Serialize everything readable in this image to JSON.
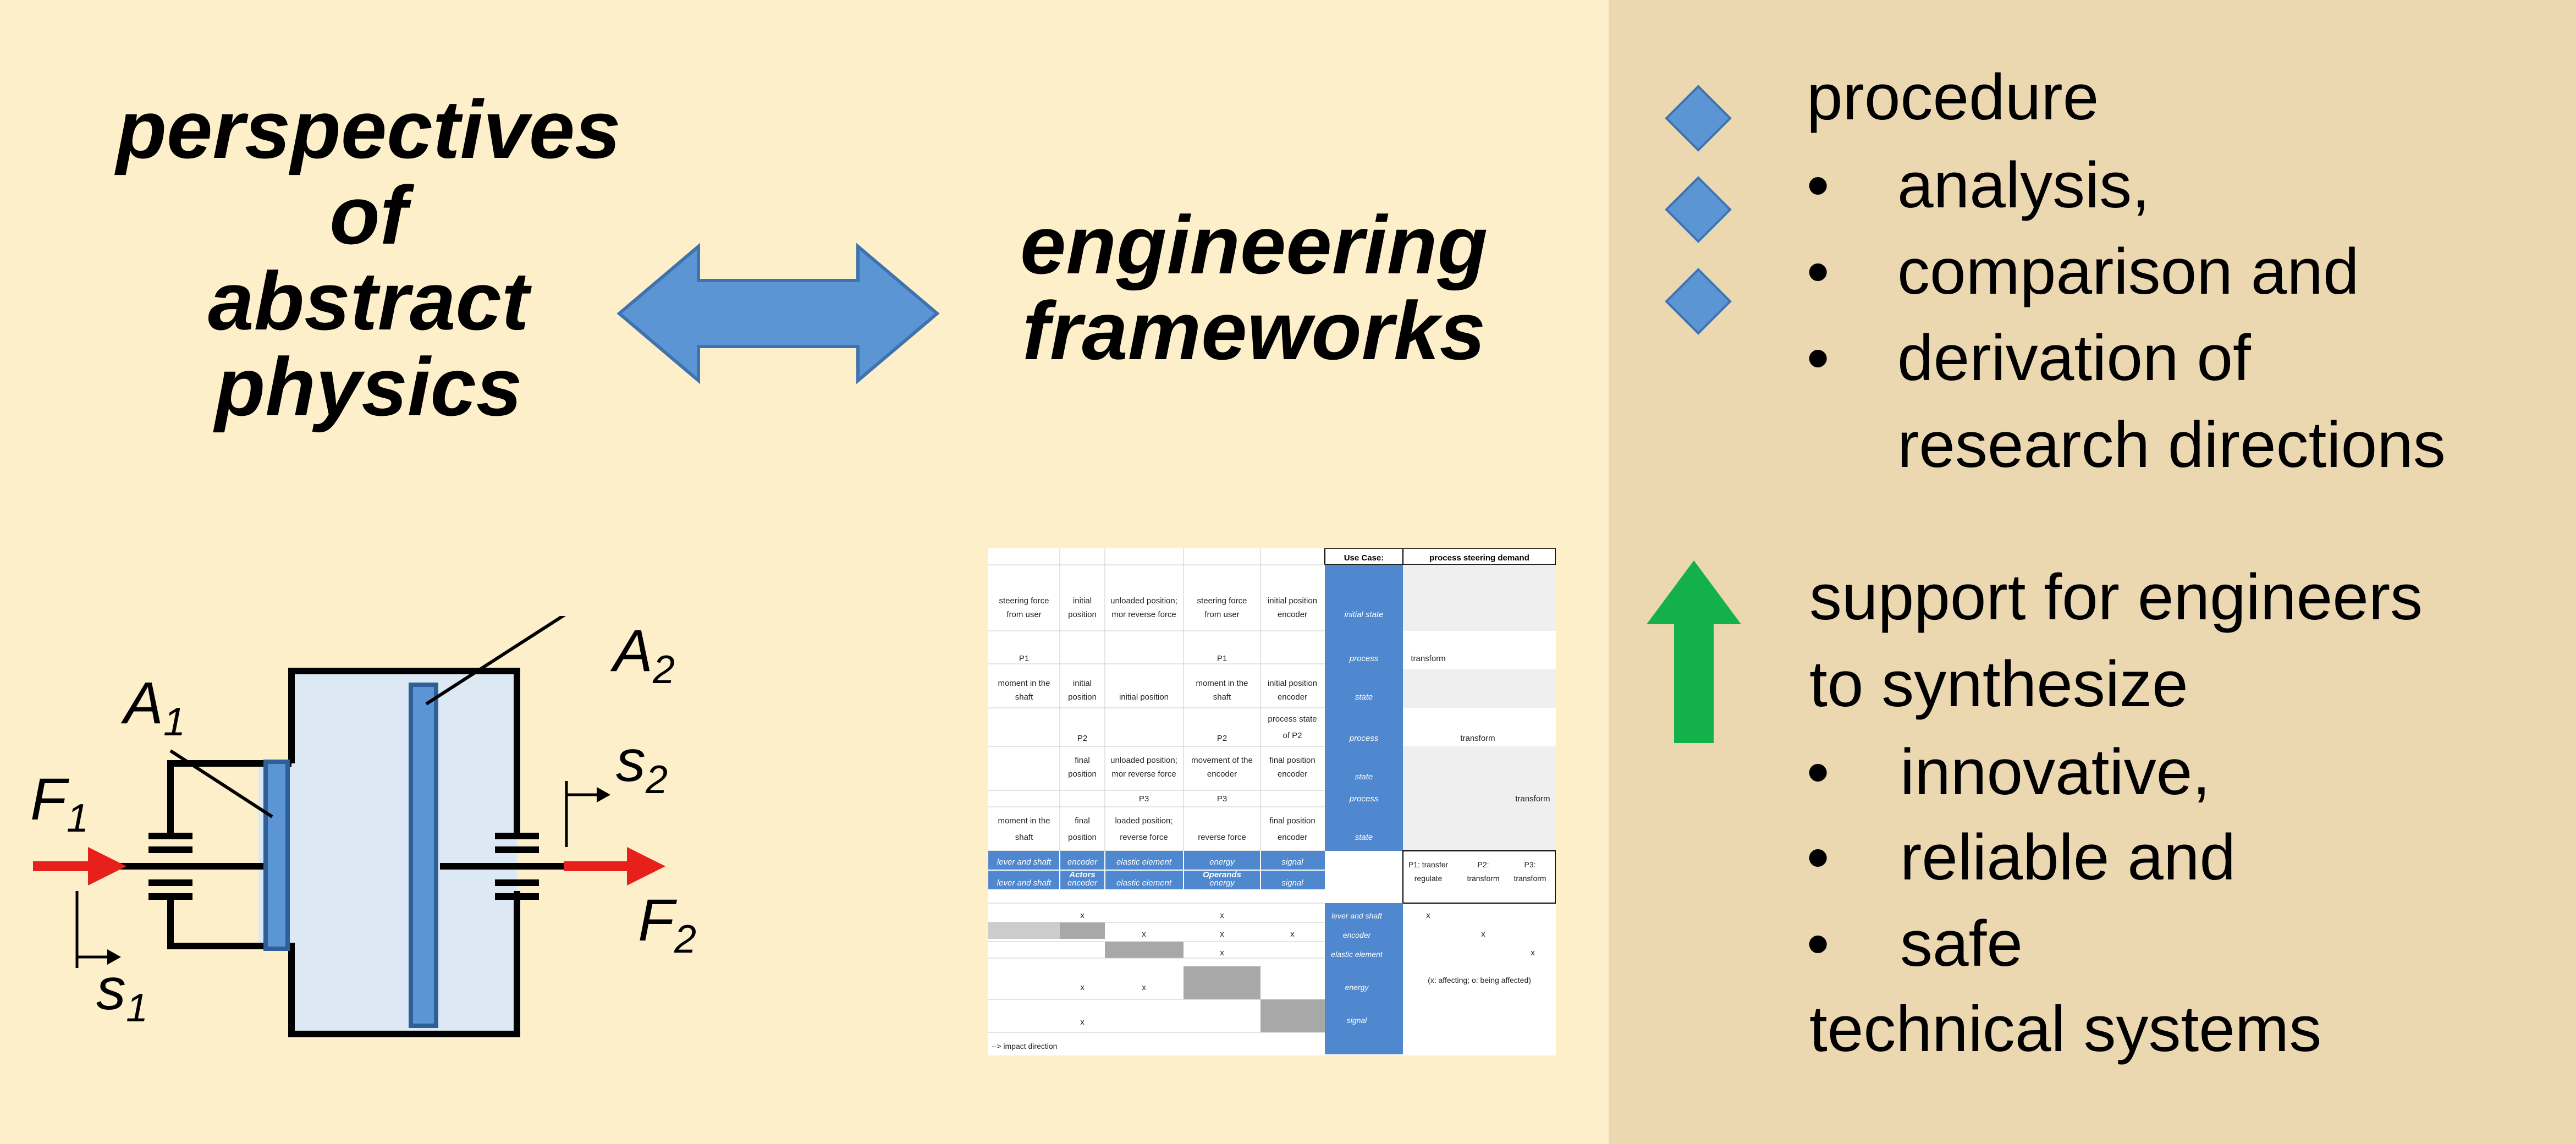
{
  "left_title": {
    "lines": [
      "perspectives",
      "of",
      "abstract",
      "physics"
    ]
  },
  "engineering_title": {
    "lines": [
      "engineering",
      "frameworks"
    ]
  },
  "procedure": {
    "heading": "procedure",
    "items": [
      "analysis,",
      "comparison and",
      "derivation of"
    ],
    "continuation": "research directions",
    "bullet_char": "•"
  },
  "support": {
    "heading_lines": [
      "support for engineers",
      "to synthesize"
    ],
    "items": [
      "innovative,",
      "reliable and",
      "safe"
    ],
    "footer": "technical systems",
    "bullet_char": "•"
  },
  "mechanism_labels": {
    "A": "A",
    "A1_sub": "1",
    "A2_sub": "2",
    "F": "F",
    "F1_sub": "1",
    "F2_sub": "2",
    "s": "s",
    "s1_sub": "1",
    "s2_sub": "2"
  },
  "icons": {
    "double_arrow": "double-arrow-icon",
    "diamond": "diamond-bullet-icon",
    "up_arrow": "up-arrow-icon"
  },
  "colors": {
    "background_left": "#fdefc9",
    "background_right": "#ecd8b0",
    "accent_blue": "#5c95d3",
    "accent_green": "#14b14b",
    "force_red": "#e8201c",
    "chamber_fill": "#dce8f4"
  },
  "table": {
    "use_case_label": "Use Case:",
    "use_case_value": "process steering demand",
    "rows": [
      [
        "steering force from user",
        "initial position",
        "unloaded position; mor reverse force",
        "steering force from user",
        "initial position encoder",
        "initial state"
      ],
      [
        "P1",
        "",
        "",
        "P1",
        "",
        "process"
      ],
      [
        "moment in the shaft",
        "initial position",
        "initial position",
        "moment in the shaft",
        "initial position encoder",
        "state"
      ],
      [
        "",
        "P2",
        "",
        "P2",
        "process state of P2",
        "process"
      ],
      [
        "",
        "final position",
        "unloaded position; mor reverse force",
        "movement of the encoder",
        "final position encoder",
        "state"
      ],
      [
        "",
        "",
        "P3",
        "P3",
        "",
        "process"
      ],
      [
        "moment in the shaft",
        "final position",
        "loaded position; reverse force",
        "reverse force",
        "final position encoder",
        "state"
      ]
    ],
    "transforms": [
      "transform",
      "transform",
      "transform"
    ],
    "blue_row": [
      "lever and shaft",
      "encoder",
      "elastic element",
      "energy",
      "signal"
    ],
    "actors_label": "Actors",
    "operands_label": "Operands",
    "p_headers": [
      "P1: transfer regulate",
      "P2: transform",
      "P3: transform"
    ],
    "matrix_labels": [
      "lever and shaft",
      "encoder",
      "elastic element",
      "energy",
      "signal"
    ],
    "marks": [
      "x",
      "x",
      "x",
      "x",
      "x",
      "x",
      "x",
      "x",
      "x",
      "x",
      "x"
    ],
    "legend": "(x: affecting; o: being affected)",
    "footer": "--> impact direction"
  }
}
